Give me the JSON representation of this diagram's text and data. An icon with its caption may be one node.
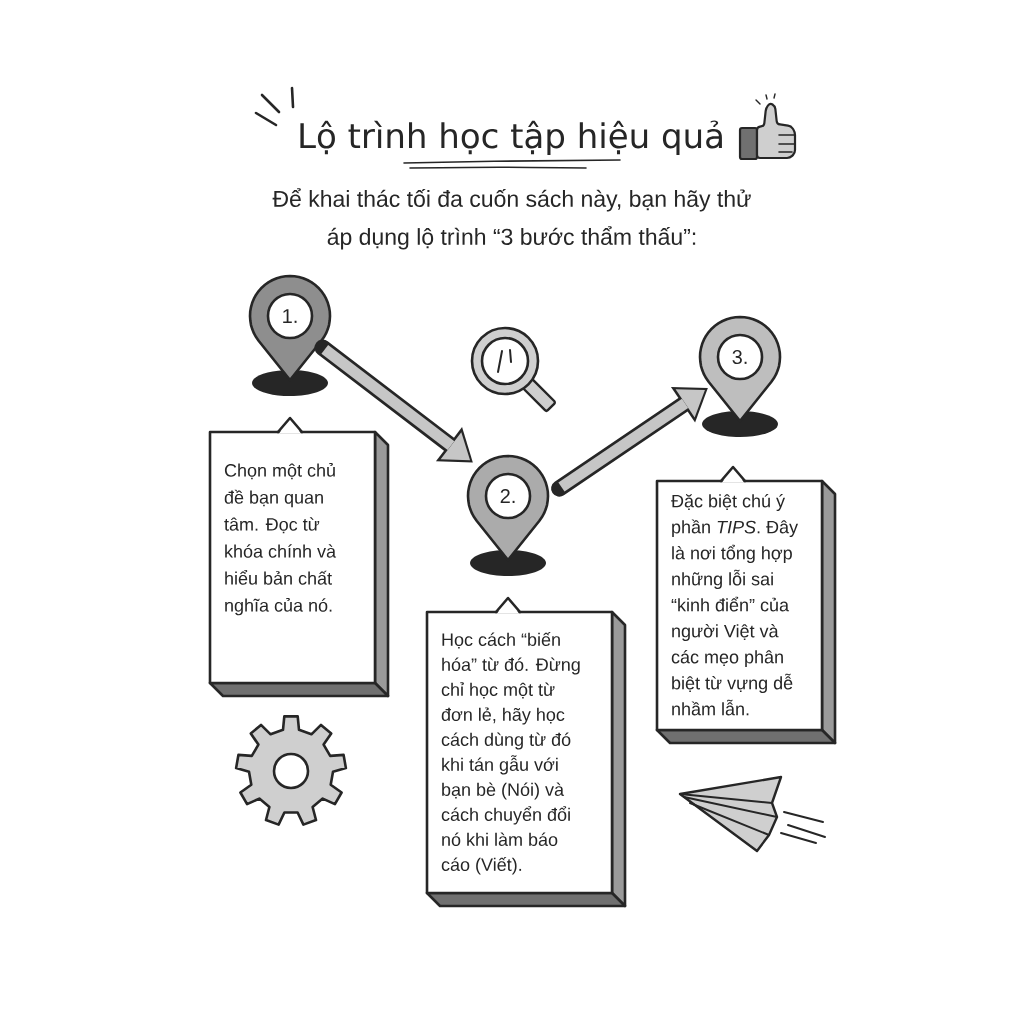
{
  "diagram": {
    "title": "Lộ trình học tập hiệu quả",
    "nodes": [
      {
        "text": [
          "1."
        ]
      },
      {
        "text": [
          "Chọn một chủ đề bạn quan tâm. Đọc từ khóa chính và hiểu bản chất nghĩa của nó."
        ]
      },
      {
        "text": [
          "2."
        ]
      },
      {
        "text": [
          "Học cách “biến hóa” từ đó. Đừng chỉ học một từ đơn lẻ, hãy học cách dùng từ đó khi tán gẫu với bạn bè (Nói) và cách chuyển đổi nó khi làm báo cáo (Viết)."
        ]
      },
      {
        "text": [
          "3."
        ]
      },
      {
        "text": [
          "Đặc biệt chú ý phần *TIPS*. Đây là nơi tổng hợp những lỗi sai “kinh điển” của người Việt và các mẹo phân biệt từ vựng dễ nhầm lẫn."
        ]
      }
    ],
    "edges": [
      {
        "from": 0,
        "to": 2,
        "arrow": "to"
      },
      {
        "from": 2,
        "to": 4,
        "arrow": "to"
      }
    ],
    "labels": [
      "Để khai thác tối đa cuốn sách này, bạn hãy thử áp dụng lộ trình “3 bước thẩm thấu”:"
    ]
  }
}
